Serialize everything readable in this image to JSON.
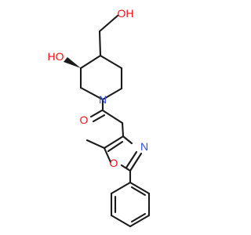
{
  "molecule": {
    "atoms": {
      "oh_top": {
        "text": "OH",
        "color": "#ff0d0d"
      },
      "ho_ring": {
        "text": "HO",
        "color": "#ff0d0d"
      },
      "n_piperidine": {
        "text": "N",
        "color": "#3050f8"
      },
      "o_carbonyl": {
        "text": "O",
        "color": "#ff0d0d"
      },
      "n_oxazole": {
        "text": "N",
        "color": "#3050f8"
      },
      "o_oxazole": {
        "text": "O",
        "color": "#ff0d0d"
      }
    },
    "colors": {
      "bond": "#1a1a1a",
      "oxygen": "#ff0d0d",
      "nitrogen": "#3050f8"
    }
  }
}
